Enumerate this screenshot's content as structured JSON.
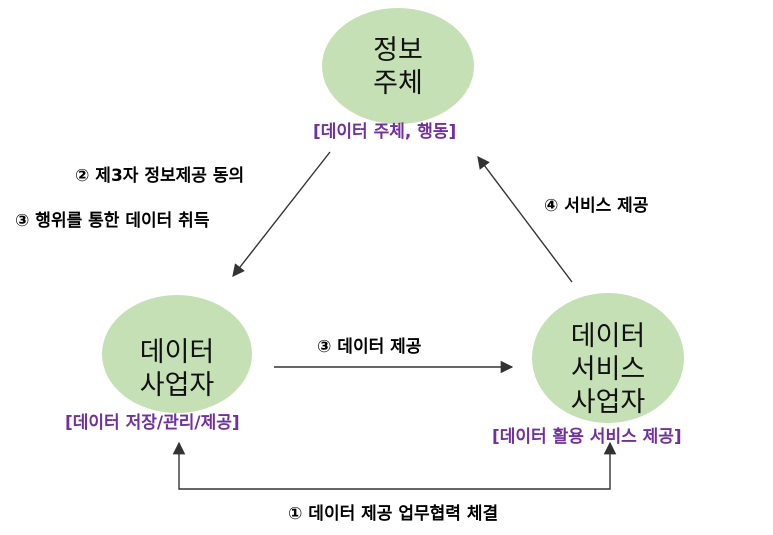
{
  "nodes": {
    "subject": {
      "line1": "정보",
      "line2": "주체",
      "role": "[데이터 주체, 행동]"
    },
    "provider": {
      "line1": "데이터",
      "line2": "사업자",
      "role": "[데이터 저장/관리/제공]"
    },
    "service": {
      "line1": "데이터",
      "line2": "서비스",
      "line3": "사업자",
      "role": "[데이터 활용 서비스 제공]"
    }
  },
  "edges": {
    "consent": "② 제3자 정보제공 동의",
    "acquire": "③ 행위를 통한 데이터 취득",
    "service_provision": "④ 서비스 제공",
    "data_provision": "③ 데이터 제공",
    "agreement": "① 데이터 제공 업무협력 체결"
  },
  "colors": {
    "node_fill": "#c5e0b4",
    "role_text": "#7030a0",
    "arrow": "#333333"
  }
}
